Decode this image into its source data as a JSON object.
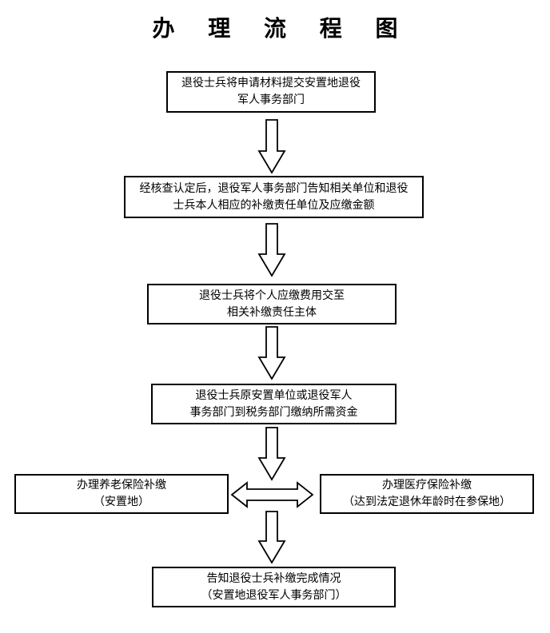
{
  "title": "办 理 流 程 图",
  "steps": [
    {
      "line1": "退役士兵将申请材料提交安置地退役",
      "line2": "军人事务部门"
    },
    {
      "line1": "经核查认定后，退役军人事务部门告知相关单位和退役",
      "line2": "士兵本人相应的补缴责任单位及应缴金额"
    },
    {
      "line1": "退役士兵将个人应缴费用交至",
      "line2": "相关补缴责任主体"
    },
    {
      "line1": "退役士兵原安置单位或退役军人",
      "line2": "事务部门到税务部门缴纳所需资金"
    },
    {
      "line1": "告知退役士兵补缴完成情况",
      "line2": "（安置地退役军人事务部门）"
    }
  ],
  "side_boxes": {
    "left": {
      "line1": "办理养老保险补缴",
      "line2": "（安置地）"
    },
    "right": {
      "line1": "办理医疗保险补缴",
      "line2": "（达到法定退休年龄时在参保地）"
    }
  }
}
